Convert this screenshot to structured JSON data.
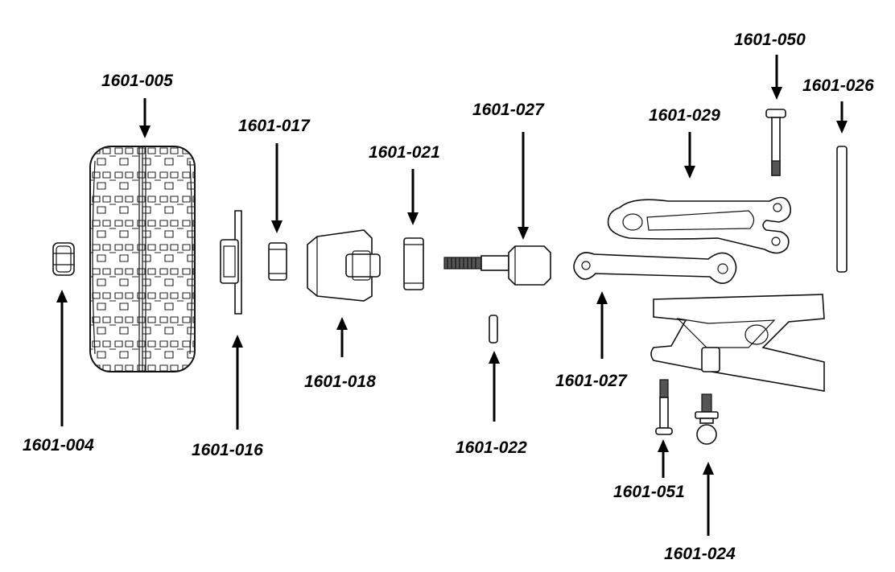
{
  "labels": {
    "p005": "1601-005",
    "p017": "1601-017",
    "p021": "1601-021",
    "p027_top": "1601-027",
    "p029": "1601-029",
    "p050": "1601-050",
    "p026": "1601-026",
    "p004": "1601-004",
    "p016": "1601-016",
    "p018": "1601-018",
    "p022": "1601-022",
    "p027_bottom": "1601-027",
    "p051": "1601-051",
    "p024": "1601-024"
  }
}
